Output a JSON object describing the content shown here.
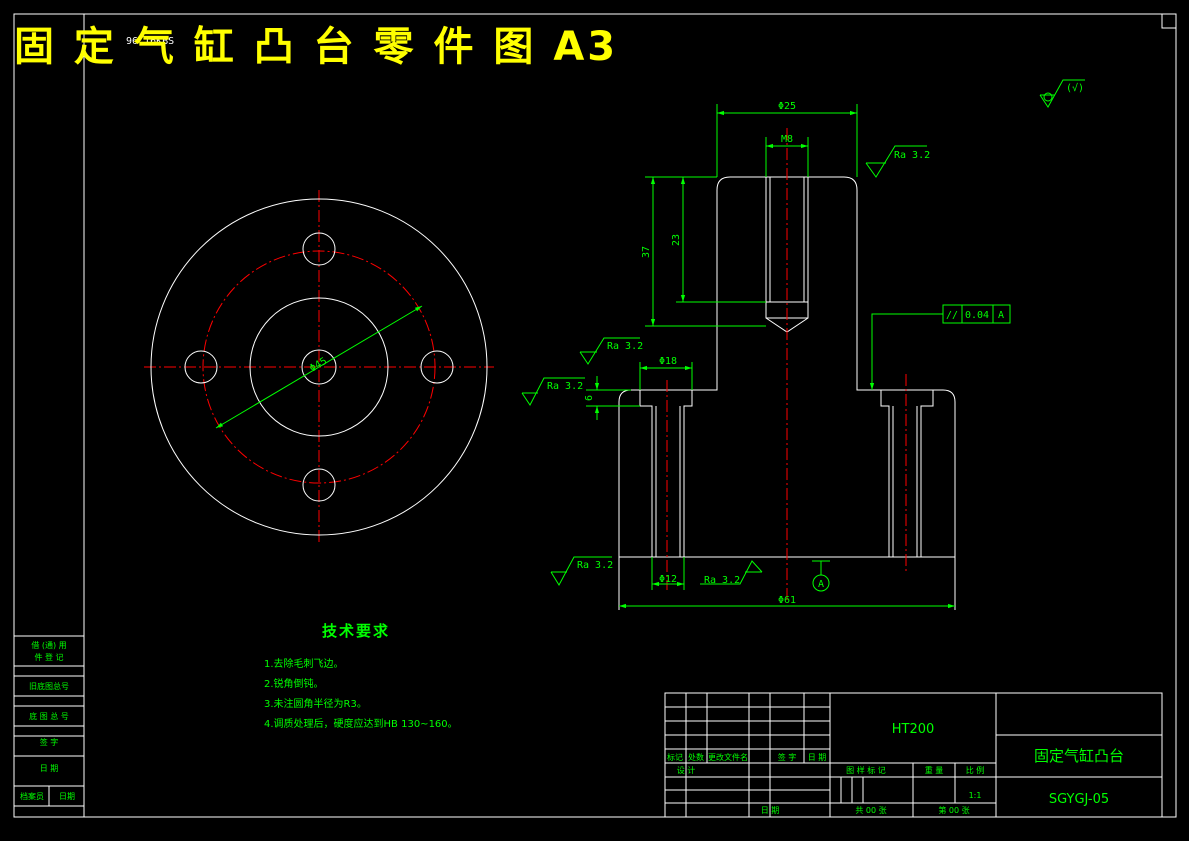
{
  "sheet": {
    "title": "固 定 气 缸 凸 台 零 件 图 A3",
    "corner_label": "96 16KBS"
  },
  "dimensions": {
    "pcd": "Φ45",
    "top_dia": "Φ25",
    "thread": "M8",
    "height_total": "37",
    "height_thread": "23",
    "cbore_dia": "Φ18",
    "cbore_depth": "6",
    "hole_dia": "Φ12",
    "base_dia": "Φ61"
  },
  "surface_finish": {
    "general": "(√)",
    "top_right": "Ra 3.2",
    "left_1": "Ra 3.2",
    "left_2": "Ra 3.2",
    "left_3": "Ra 3.2",
    "bottom": "Ra 3.2"
  },
  "tolerance": {
    "symbol": "//",
    "value": "0.04",
    "datum": "A"
  },
  "datum_label": "A",
  "tech_requirements": {
    "title": "技术要求",
    "items": [
      "1.去除毛刺飞边。",
      "2.锐角倒钝。",
      "3.未注圆角半径为R3。",
      "4.调质处理后，硬度应达到HB 130~160。"
    ]
  },
  "side_table": {
    "rows": [
      [
        "借 (通) 用",
        "件 登 记"
      ],
      [
        "旧底图总号"
      ],
      [
        "底 图 总 号"
      ],
      [
        "签 字"
      ],
      [
        "日 期"
      ],
      [
        "档案员",
        "日期"
      ]
    ]
  },
  "title_block": {
    "material": "HT200",
    "part_name": "固定气缸凸台",
    "drawing_no": "SGYGJ-05",
    "scale": "1:1",
    "headers": [
      "标记",
      "处数",
      "更改文件名",
      "签 字",
      "日 期"
    ],
    "design": "设 计",
    "date": "日 期",
    "stage_mark": "图 样 标 记",
    "weight": "重 量",
    "scale_label": "比 例",
    "sheets_total": "共 00 张",
    "sheet_no": "第 00 张"
  },
  "colors": {
    "background": "#000000",
    "outline": "#ffffff",
    "dimension": "#00ff00",
    "centerline": "#ff0000",
    "title": "#ffff00"
  }
}
